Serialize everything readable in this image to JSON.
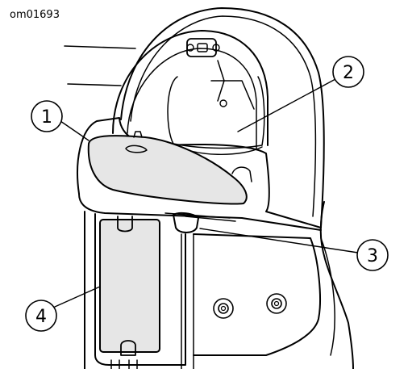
{
  "figure_id": "om01693",
  "callouts": [
    {
      "number": "1"
    },
    {
      "number": "2"
    },
    {
      "number": "3"
    },
    {
      "number": "4"
    }
  ],
  "colors": {
    "line": "#000000",
    "panel_fill": "#e6e6e6",
    "background": "#ffffff"
  }
}
